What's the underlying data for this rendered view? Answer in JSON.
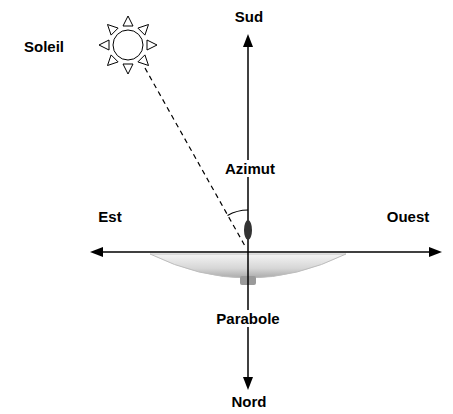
{
  "diagram": {
    "labels": [
      "Soleil",
      "Sud",
      "Azimut",
      "Est",
      "Ouest",
      "Parabole",
      "Nord"
    ]
  }
}
